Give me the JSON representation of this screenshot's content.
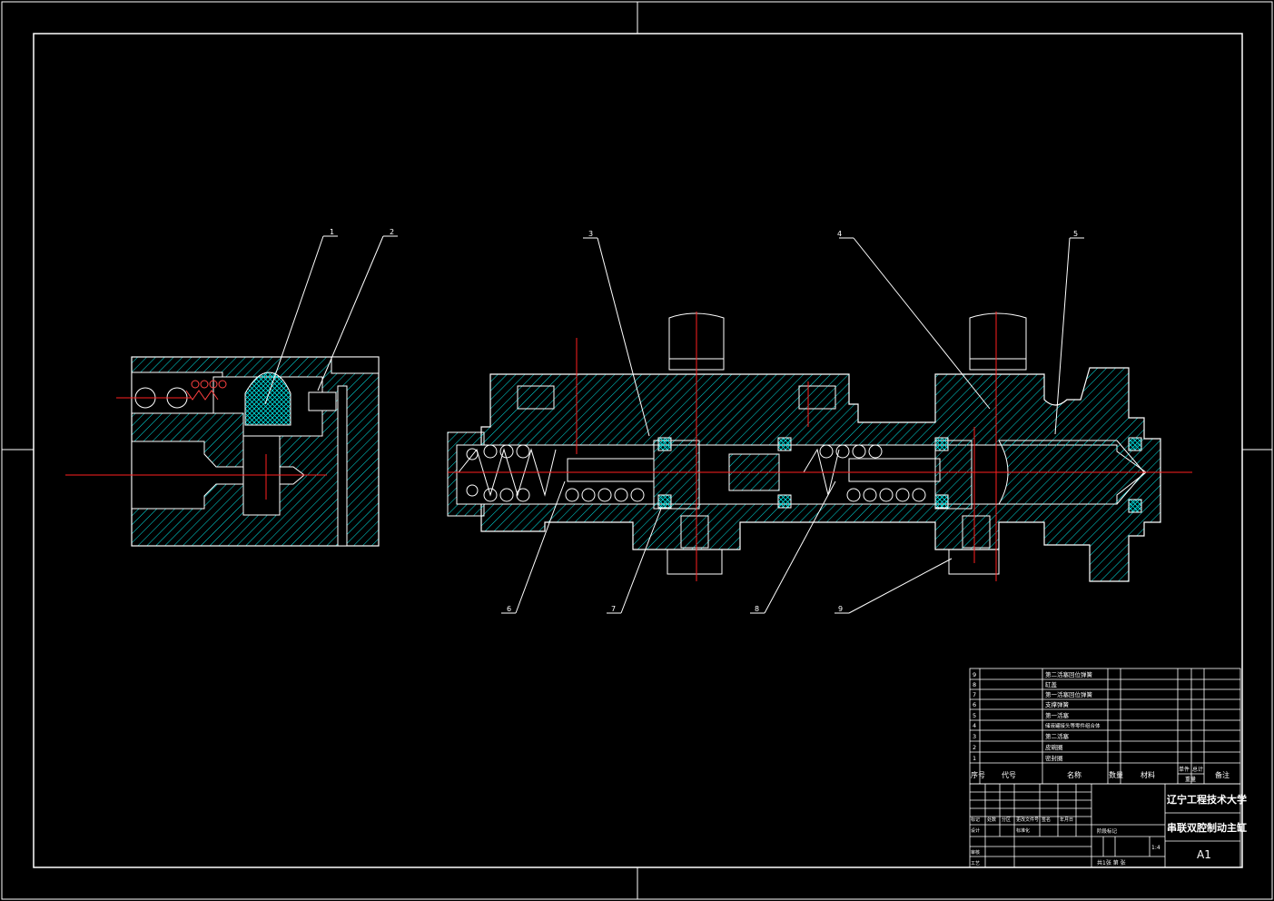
{
  "sheet": {
    "size_code": "A1",
    "scale": "1:4",
    "colors": {
      "background": "#000000",
      "line": "#ffffff",
      "hatch": "#00e5e5",
      "centerline": "#ff2020"
    }
  },
  "callouts": {
    "c1": "1",
    "c2": "2",
    "c3": "3",
    "c4": "4",
    "c5": "5",
    "c6": "6",
    "c7": "7",
    "c8": "8",
    "c9": "9"
  },
  "parts_list": [
    {
      "no": "9",
      "name": "第二活塞回位弹簧"
    },
    {
      "no": "8",
      "name": "缸盖"
    },
    {
      "no": "7",
      "name": "第一活塞回位弹簧"
    },
    {
      "no": "6",
      "name": "支撑弹簧"
    },
    {
      "no": "5",
      "name": "第一活塞"
    },
    {
      "no": "4",
      "name": "储液罐接头等零件组合体"
    },
    {
      "no": "3",
      "name": "第二活塞"
    },
    {
      "no": "2",
      "name": "皮碗圈"
    },
    {
      "no": "1",
      "name": "密封圈"
    }
  ],
  "parts_header": {
    "seq": "序号",
    "code": "代号",
    "name": "名称",
    "qty": "数量",
    "material": "材料",
    "unit_weight": "单件",
    "total_weight": "总计",
    "weight": "重量",
    "remark": "备注"
  },
  "title_block": {
    "school": "辽宁工程技术大学",
    "drawing_title": "串联双腔制动主缸",
    "sheet_info": "共1张 第 张",
    "stage_mark": "阶段标记",
    "designer_label": "设计",
    "standard_label": "标准化",
    "process_label": "工艺",
    "approve_label": "审核",
    "mark_label": "标记",
    "count_label": "处数",
    "zone_label": "分区",
    "change_doc_label": "更改文件号",
    "sign_label": "签名",
    "date_label": "年月日"
  }
}
